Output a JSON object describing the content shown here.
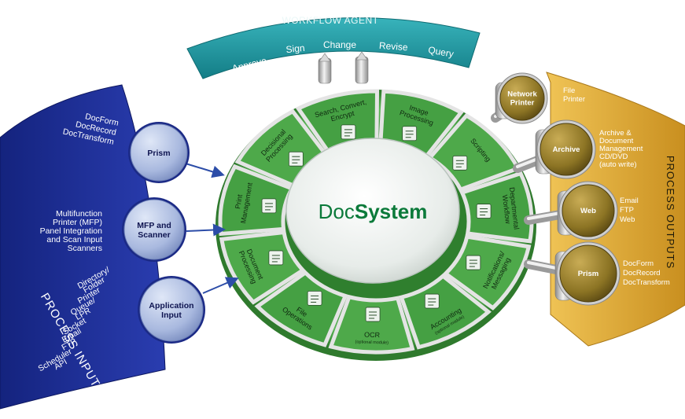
{
  "workflow_agent": {
    "title": "WORKFLOW AGENT",
    "items": [
      "Approve",
      "Sign",
      "Change",
      "Revise",
      "Query"
    ]
  },
  "process_inputs": {
    "side_label": "PROCESS INPUTS",
    "groups": [
      {
        "bubble": [
          "Prism"
        ],
        "lines": [
          "DocForm",
          "DocRecord",
          "DocTransform"
        ]
      },
      {
        "bubble": [
          "MFP and",
          "Scanner"
        ],
        "lines": [
          "Multifunction",
          "Printer (MFP)",
          "Panel Integration",
          "and Scan Input",
          "Scanners"
        ]
      },
      {
        "bubble": [
          "Application",
          "Input"
        ],
        "lines": [
          "Directory/",
          "Folder",
          "Printer",
          "Queue/",
          "LPR",
          "Socket",
          "Email",
          "FTP",
          "Scheduler",
          "API"
        ]
      }
    ]
  },
  "process_outputs": {
    "side_label": "PROCESS OUTPUTS",
    "groups": [
      {
        "bubble": [
          "Network",
          "Printer"
        ],
        "lines": [
          "File",
          "Printer"
        ]
      },
      {
        "bubble": [
          "Archive"
        ],
        "lines": [
          "Archive &",
          "Document",
          "Management",
          "CD/DVD",
          "(auto write)"
        ]
      },
      {
        "bubble": [
          "Web"
        ],
        "lines": [
          "Email",
          "FTP",
          "Web"
        ]
      },
      {
        "bubble": [
          "Prism"
        ],
        "lines": [
          "DocForm",
          "DocRecord",
          "DocTransform"
        ]
      }
    ]
  },
  "center": {
    "brand_prefix": "Doc",
    "brand_suffix": "System"
  },
  "segments": [
    {
      "lines": [
        "Image",
        "Processing"
      ],
      "icon": "image-icon"
    },
    {
      "lines": [
        "Scripting"
      ],
      "icon": "script-icon"
    },
    {
      "lines": [
        "Departmental",
        "Workflow"
      ],
      "icon": "workflow-icon"
    },
    {
      "lines": [
        "Notifications/",
        "Messaging"
      ],
      "icon": "warning-icon"
    },
    {
      "lines": [
        "Accounting"
      ],
      "note": "(optional module)",
      "icon": "dollar-icon"
    },
    {
      "lines": [
        "OCR"
      ],
      "note": "(optional module)",
      "icon": "ocr-letter-icon"
    },
    {
      "lines": [
        "File",
        "Operations"
      ],
      "icon": "folder-icon"
    },
    {
      "lines": [
        "Document",
        "Processing"
      ],
      "icon": "document-icon"
    },
    {
      "lines": [
        "Print",
        "Management"
      ],
      "icon": "printer-icon"
    },
    {
      "lines": [
        "Decisional",
        "Processing"
      ],
      "icon": "decision-icon"
    },
    {
      "lines": [
        "Search, Convert,",
        "Encrypt"
      ],
      "icon": "search-doc-icon"
    }
  ],
  "colors": {
    "workflow_band": "#1e9aa3",
    "inputs_band": "#1f2f9a",
    "outputs_band": "#d8a635",
    "ring_green": "#3f9c3d",
    "bubble_blue": "#a9b9df",
    "bubble_gold": "#8c7424",
    "brand_green": "#0b7a3a"
  }
}
